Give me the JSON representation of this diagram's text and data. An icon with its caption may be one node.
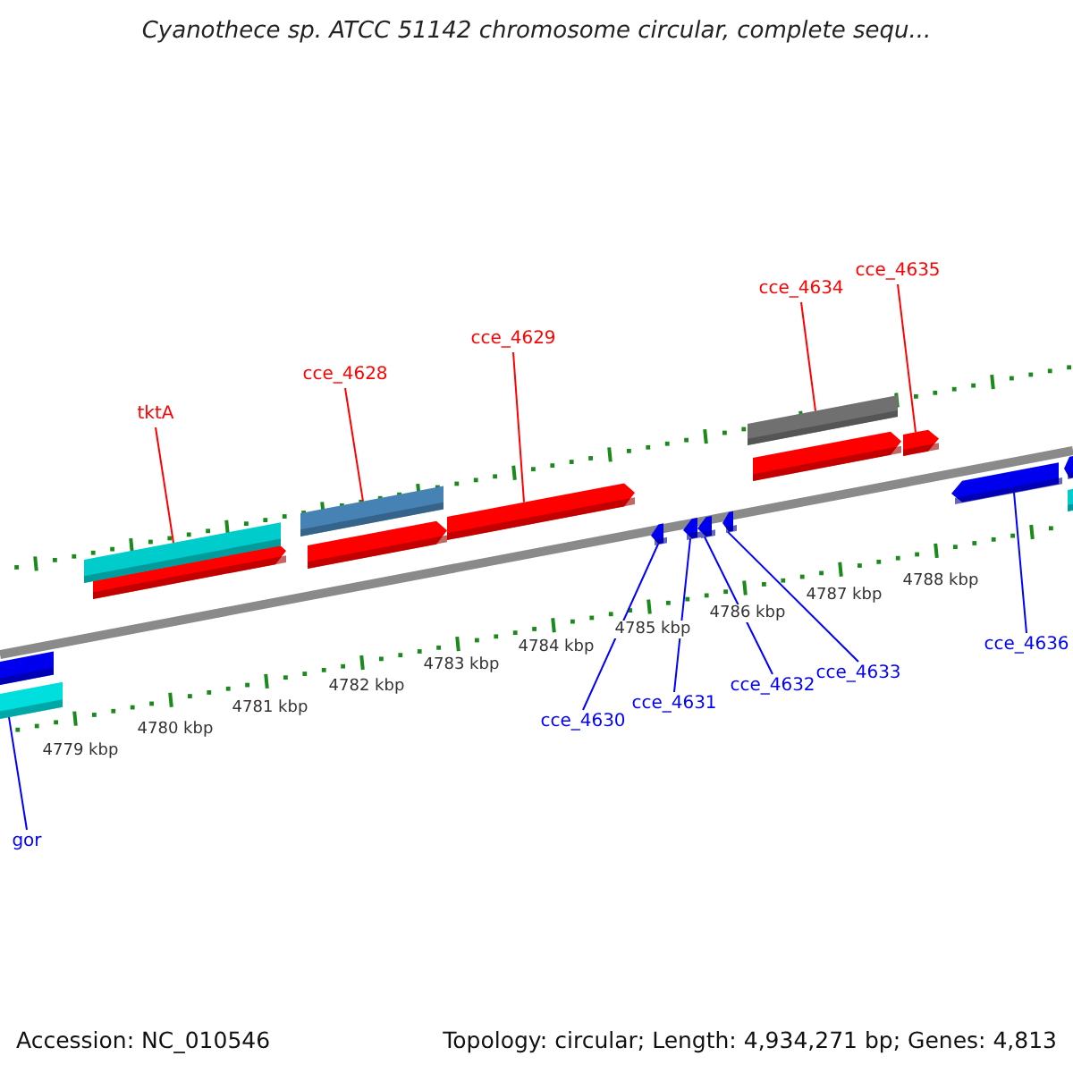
{
  "diagram": {
    "title": "Cyanothece sp. ATCC 51142 chromosome circular, complete sequ...",
    "nodes": [
      {
        "text": [
          "tktA"
        ]
      },
      {
        "text": [
          "cce_4628"
        ]
      },
      {
        "text": [
          "cce_4629"
        ]
      },
      {
        "text": [
          "cce_4634"
        ]
      },
      {
        "text": [
          "cce_4635"
        ]
      },
      {
        "text": [
          "gor"
        ]
      },
      {
        "text": [
          "cce_4630"
        ]
      },
      {
        "text": [
          "cce_4631"
        ]
      },
      {
        "text": [
          "cce_4632"
        ]
      },
      {
        "text": [
          "cce_4633"
        ]
      },
      {
        "text": [
          "cce_4636"
        ]
      },
      {
        "text": [],
        "shape": "bar"
      },
      {
        "text": [],
        "shape": "bar"
      },
      {
        "text": [],
        "shape": "arrow"
      },
      {
        "text": [],
        "shape": "bar"
      },
      {
        "text": [],
        "shape": "arrow"
      },
      {
        "text": [],
        "shape": "bar"
      },
      {
        "text": [],
        "shape": "arrow"
      },
      {
        "text": [],
        "shape": "arrow"
      },
      {
        "text": [],
        "shape": "arrow"
      },
      {
        "text": [],
        "shape": "arrow"
      },
      {
        "text": [],
        "shape": "arrow"
      }
    ],
    "edges": [
      {
        "from": 0,
        "to": 11,
        "arrow": "none",
        "color": "#ff0000"
      },
      {
        "from": 1,
        "to": 12,
        "arrow": "none",
        "color": "#ff0000"
      },
      {
        "from": 2,
        "to": 13,
        "arrow": "none",
        "color": "#ff0000"
      },
      {
        "from": 3,
        "to": 14,
        "arrow": "none",
        "color": "#ff0000"
      },
      {
        "from": 4,
        "to": 15,
        "arrow": "none",
        "color": "#ff0000"
      },
      {
        "from": 5,
        "to": 16,
        "arrow": "none"
      },
      {
        "from": 6,
        "to": 17,
        "arrow": "none"
      },
      {
        "from": 7,
        "to": 18,
        "arrow": "none"
      },
      {
        "from": 8,
        "to": 19,
        "arrow": "none"
      },
      {
        "from": 9,
        "to": 20,
        "arrow": "none"
      },
      {
        "from": 10,
        "to": 21,
        "arrow": "none"
      }
    ],
    "labels": [
      "4779 kbp",
      "4780 kbp",
      "4781 kbp",
      "4782 kbp",
      "4783 kbp",
      "4784 kbp",
      "4785 kbp",
      "4786 kbp",
      "4787 kbp",
      "4788 kbp",
      "Accession: NC_010546",
      "Topology: circular; Length: 4,934,271 bp; Genes: 4,813"
    ]
  }
}
